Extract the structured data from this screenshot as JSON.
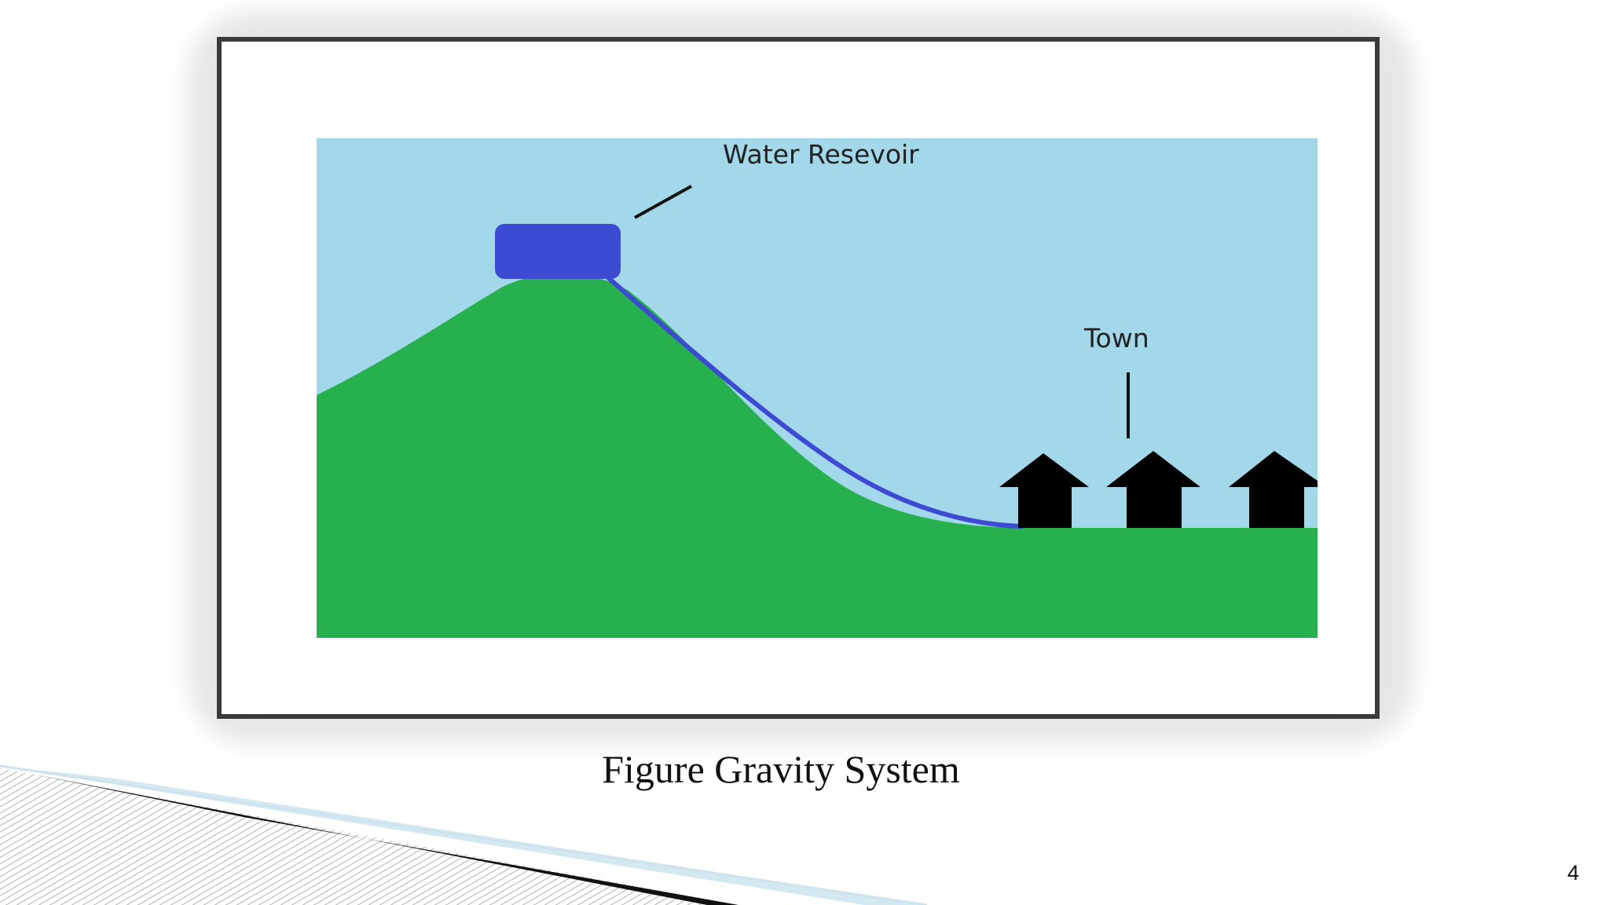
{
  "diagram": {
    "reservoir_label": "Water Resevoir",
    "town_label": "Town"
  },
  "caption": "Figure Gravity System",
  "page_number": "4",
  "colors": {
    "sky": "#a2d8ea",
    "hill": "#27b04e",
    "reservoir": "#3c4bd1",
    "pipe": "#3c4bd1",
    "house": "#000000",
    "frame": "#3a3a3a"
  }
}
